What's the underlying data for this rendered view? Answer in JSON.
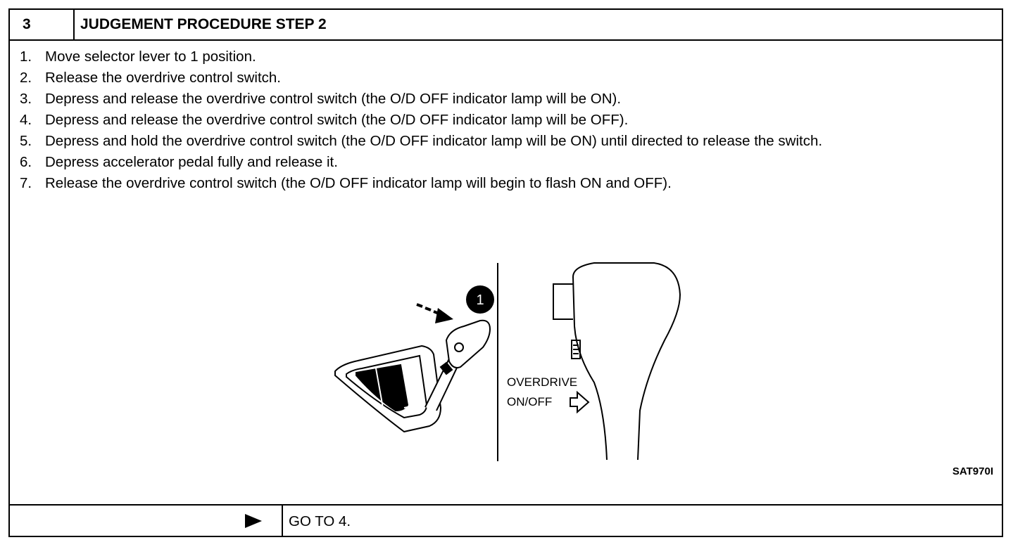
{
  "header": {
    "step_number": "3",
    "title": "JUDGEMENT PROCEDURE STEP 2"
  },
  "steps": [
    {
      "num": "1.",
      "text": "Move selector lever to 1 position."
    },
    {
      "num": "2.",
      "text": "Release the overdrive control switch."
    },
    {
      "num": "3.",
      "text": "Depress and release the overdrive control switch (the O/D OFF indicator lamp will be ON)."
    },
    {
      "num": "4.",
      "text": "Depress and release the overdrive control switch (the O/D OFF indicator lamp will be OFF)."
    },
    {
      "num": "5.",
      "text": "Depress and hold the overdrive control switch (the O/D OFF indicator lamp will be ON) until directed to release the switch."
    },
    {
      "num": "6.",
      "text": "Depress accelerator pedal fully and release it."
    },
    {
      "num": "7.",
      "text": "Release the overdrive control switch (the O/D OFF indicator lamp will begin to flash ON and OFF)."
    }
  ],
  "figure": {
    "position_marker": "1",
    "label_line1": "OVERDRIVE",
    "label_line2": "ON/OFF",
    "figure_id": "SAT970I"
  },
  "footer": {
    "action": "GO TO 4."
  }
}
